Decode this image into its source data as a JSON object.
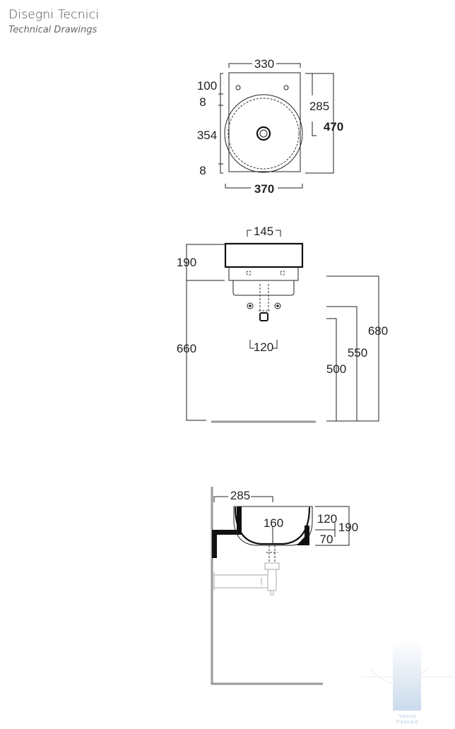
{
  "header": {
    "title": "Disegni Tecnici",
    "subtitle": "Technical Drawings"
  },
  "top_view": {
    "width_top": "330",
    "width_bottom": "370",
    "dim_100": "100",
    "dim_8_a": "8",
    "dim_354": "354",
    "dim_8_b": "8",
    "dim_285": "285",
    "dim_470": "470"
  },
  "front_view": {
    "dim_145": "145",
    "dim_190": "190",
    "dim_660": "660",
    "dim_120": "120",
    "dim_680": "680",
    "dim_550": "550",
    "dim_500": "500"
  },
  "side_view": {
    "dim_285": "285",
    "dim_160": "160",
    "dim_120": "120",
    "dim_190": "190",
    "dim_70": "70"
  },
  "watermark": {
    "line1": "Vannu",
    "line2": "Pascale"
  },
  "colors": {
    "line": "#222222",
    "floor": "#999999",
    "watermark": "#c7d8ea"
  }
}
